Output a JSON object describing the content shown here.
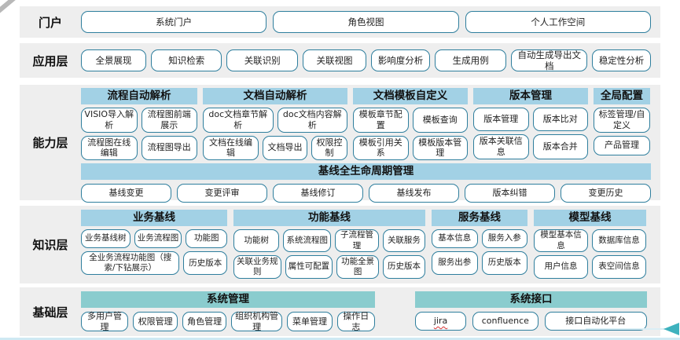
{
  "colors": {
    "band_background": "#eeeeee",
    "header_blue": "#a2d1e5",
    "header_teal": "#8accce",
    "node_border": "#2e7e9d",
    "arrow_accent": "#3eb2be",
    "bottom_line": "#cfe9f3",
    "squiggle_red": "#d63333"
  },
  "portal": {
    "label": "门户",
    "items": [
      "系统门户",
      "角色视图",
      "个人工作空间"
    ]
  },
  "application": {
    "label": "应用层",
    "items": [
      "全景展现",
      "知识检索",
      "关联识别",
      "关联视图",
      "影响度分析",
      "生成用例",
      "自动生成导出文档",
      "稳定性分析"
    ]
  },
  "capability": {
    "label": "能力层",
    "groups": [
      {
        "header": "流程自动解析",
        "row1": [
          "VISIO导入解析",
          "流程图前端展示"
        ],
        "row2": [
          "流程图在线编辑",
          "流程图导出"
        ]
      },
      {
        "header": "文档自动解析",
        "row1": [
          "doc文档章节解析",
          "doc文档内容解析"
        ],
        "row2": [
          "文档在线编辑",
          "文档导出",
          "权限控制"
        ]
      },
      {
        "header": "文档模板自定义",
        "row1": [
          "模板章节配置",
          "模板查询"
        ],
        "row2": [
          "模板引用关系",
          "模板版本管理"
        ]
      },
      {
        "header": "版本管理",
        "row1": [
          "版本管理",
          "版本比对"
        ],
        "row2": [
          "版本关联信息",
          "版本合并"
        ]
      },
      {
        "header": "全局配置",
        "row1": [
          "标签管理/自定义"
        ],
        "row2": [
          "产品管理"
        ]
      }
    ],
    "baseline": {
      "header": "基线全生命周期管理",
      "items": [
        "基线变更",
        "变更评审",
        "基线修订",
        "基线发布",
        "版本纠错",
        "变更历史"
      ]
    }
  },
  "knowledge": {
    "label": "知识层",
    "groups": [
      {
        "header": "业务基线",
        "row1": [
          "业务基线树",
          "业务流程图",
          "功能图"
        ],
        "row2": [
          "全业务流程功能图（搜索/下钻展示）",
          "历史版本"
        ]
      },
      {
        "header": "功能基线",
        "row1": [
          "功能树",
          "系统流程图",
          "子流程管理",
          "关联服务"
        ],
        "row2": [
          "关联业务规则",
          "属性可配置",
          "功能全景图",
          "历史版本"
        ]
      },
      {
        "header": "服务基线",
        "row1": [
          "基本信息",
          "服务入参"
        ],
        "row2": [
          "服务出参",
          "历史版本"
        ]
      },
      {
        "header": "模型基线",
        "row1": [
          "模型基本信息",
          "数据库信息"
        ],
        "row2": [
          "用户信息",
          "表空间信息"
        ]
      }
    ]
  },
  "foundation": {
    "label": "基础层",
    "groups": [
      {
        "header": "系统管理",
        "items": [
          "多用户管理",
          "权限管理",
          "角色管理",
          "组织机构管理",
          "菜单管理",
          "操作日志"
        ]
      },
      {
        "header": "系统接口",
        "items": [
          "jira",
          "confluence",
          "接口自动化平台"
        ]
      }
    ]
  }
}
